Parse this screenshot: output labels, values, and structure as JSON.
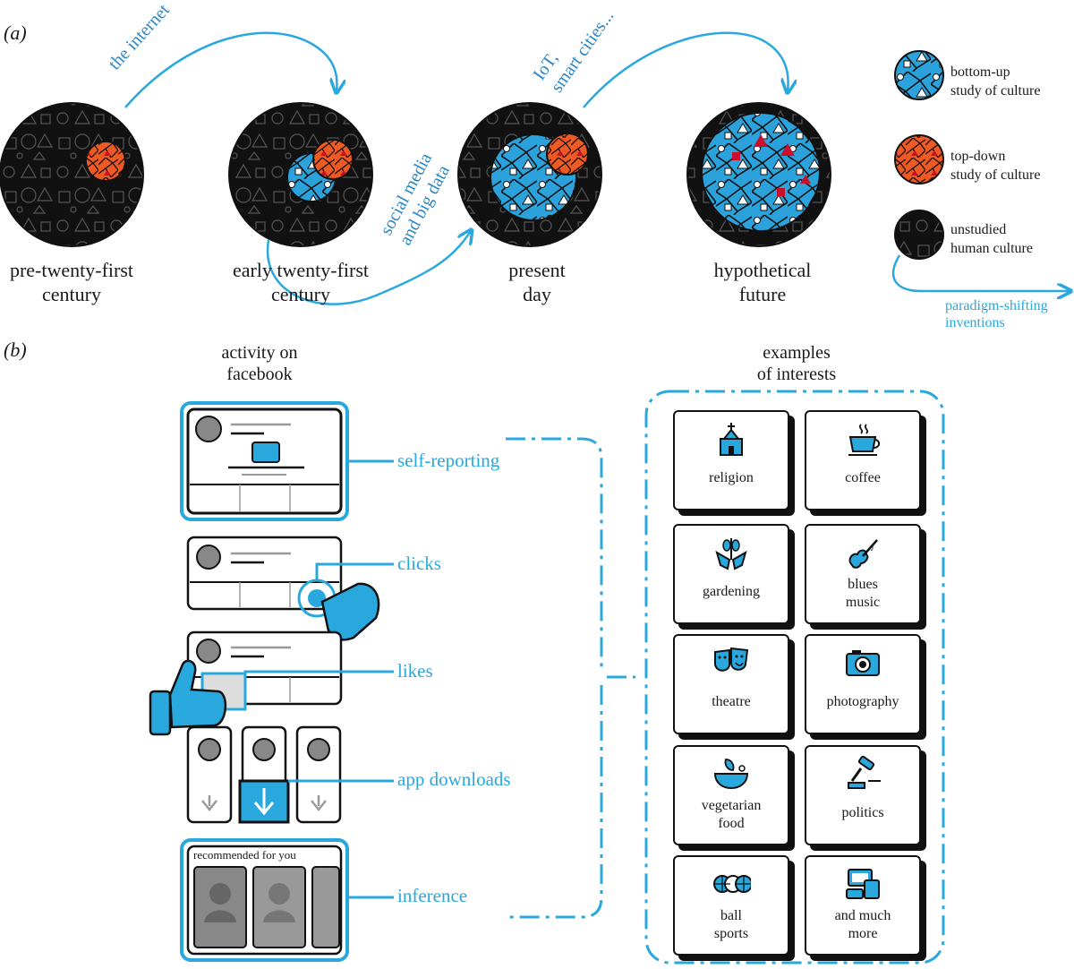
{
  "panel_a": {
    "panel_label": "(a)",
    "stages": [
      {
        "line1": "pre-twenty-first",
        "line2": "century"
      },
      {
        "line1": "early twenty-first",
        "line2": "century"
      },
      {
        "line1": "present",
        "line2": "day"
      },
      {
        "line1": "hypothetical",
        "line2": "future"
      }
    ],
    "arrows": {
      "internet": "the internet",
      "social1": "social media",
      "social2": "and big data",
      "iot1": "IoT,",
      "iot2": "smart cities..."
    },
    "legend": {
      "bottom_up_1": "bottom-up",
      "bottom_up_2": "study of culture",
      "top_down_1": "top-down",
      "top_down_2": "study of culture",
      "unstudied_1": "unstudied",
      "unstudied_2": "human culture",
      "paradigm_1": "paradigm-shifting",
      "paradigm_2": "inventions"
    }
  },
  "panel_b": {
    "panel_label": "(b)",
    "activity_title_1": "activity on",
    "activity_title_2": "facebook",
    "interests_title_1": "examples",
    "interests_title_2": "of interests",
    "activities": [
      "self-reporting",
      "clicks",
      "likes",
      "app downloads",
      "inference"
    ],
    "recommended": "recommended for you",
    "interests": [
      {
        "line1": "religion",
        "line2": "",
        "icon": "church-icon"
      },
      {
        "line1": "coffee",
        "line2": "",
        "icon": "coffee-cup-icon"
      },
      {
        "line1": "gardening",
        "line2": "",
        "icon": "plant-hands-icon"
      },
      {
        "line1": "blues",
        "line2": "music",
        "icon": "violin-icon"
      },
      {
        "line1": "theatre",
        "line2": "",
        "icon": "theatre-masks-icon"
      },
      {
        "line1": "photography",
        "line2": "",
        "icon": "camera-icon"
      },
      {
        "line1": "vegetarian",
        "line2": "food",
        "icon": "salad-bowl-icon"
      },
      {
        "line1": "politics",
        "line2": "",
        "icon": "gavel-icon"
      },
      {
        "line1": "ball",
        "line2": "sports",
        "icon": "balls-icon"
      },
      {
        "line1": "and much",
        "line2": "more",
        "icon": "devices-icon"
      }
    ]
  },
  "colors": {
    "accent_blue": "#29a8dd",
    "bottom_up_blue": "#2ba2db",
    "top_down_orange": "#ef5a24",
    "circle_black": "#111111"
  }
}
